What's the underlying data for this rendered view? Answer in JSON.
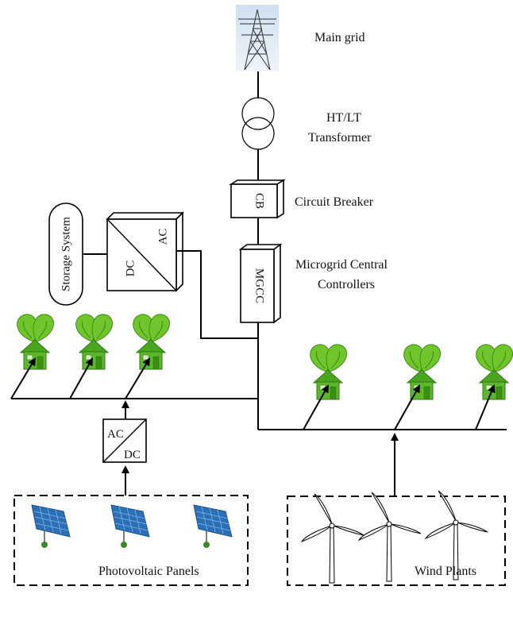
{
  "labels": {
    "main_grid": "Main grid",
    "transformer_line1": "HT/LT",
    "transformer_line2": "Transformer",
    "circuit_breaker": "Circuit Breaker",
    "cb": "CB",
    "mgcc_line1": "Microgrid Central",
    "mgcc_line2": "Controllers",
    "mgcc": "MGCC",
    "storage": "Storage System",
    "dcac_dc": "DC",
    "dcac_ac": "AC",
    "acdc_ac": "AC",
    "acdc_dc": "DC",
    "pv_panels": "Photovoltaic Panels",
    "wind_plants": "Wind Plants"
  },
  "colors": {
    "leaf": "#6fc52b",
    "leaf_dark": "#3f8f16",
    "house": "#5cb82a",
    "house_dark": "#2f7a12",
    "panel": "#2b6fb7",
    "panel_light": "#7fb3e6",
    "pv_stand": "#3a8a2a"
  }
}
